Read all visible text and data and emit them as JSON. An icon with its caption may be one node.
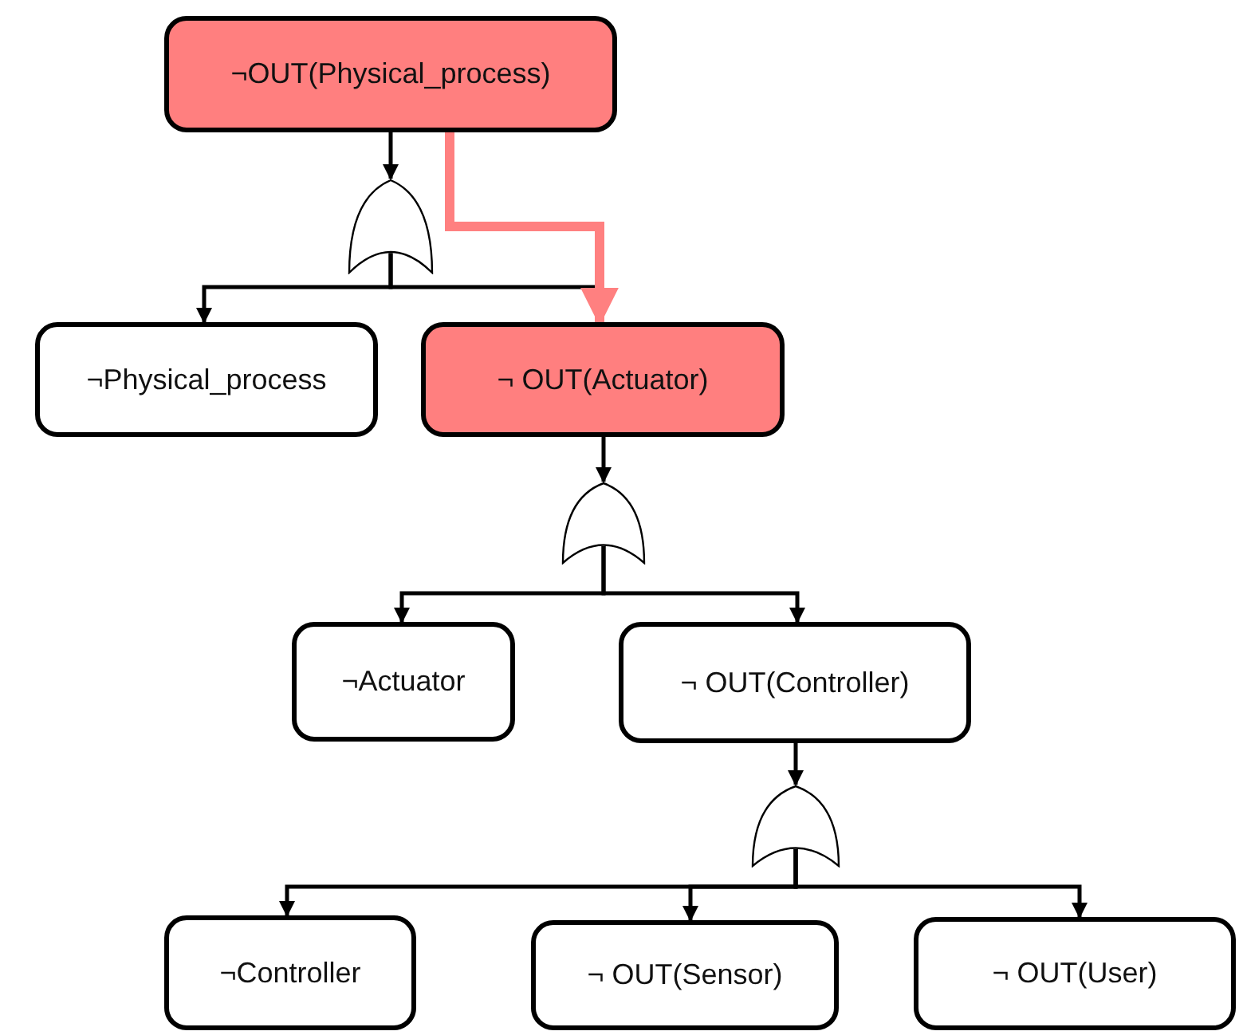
{
  "diagram": {
    "nodes": [
      {
        "text": [
          "¬OUT(Physical_process)"
        ]
      },
      {
        "text": [],
        "shape": "gate"
      },
      {
        "text": [
          "¬Physical_process"
        ]
      },
      {
        "text": [
          "¬ OUT(Actuator)"
        ]
      },
      {
        "text": [],
        "shape": "gate"
      },
      {
        "text": [
          "¬Actuator"
        ]
      },
      {
        "text": [
          "¬ OUT(Controller)"
        ]
      },
      {
        "text": [],
        "shape": "gate"
      },
      {
        "text": [
          "¬Controller"
        ]
      },
      {
        "text": [
          "¬ OUT(Sensor)"
        ]
      },
      {
        "text": [
          "¬ OUT(User)"
        ]
      }
    ],
    "edges": [
      {
        "from": 0,
        "to": 1,
        "arrow": "to"
      },
      {
        "from": 1,
        "to": 2,
        "arrow": "to"
      },
      {
        "from": 1,
        "to": 3,
        "arrow": "to"
      },
      {
        "from": 0,
        "to": 3,
        "arrow": "to",
        "style": "thick",
        "color": "#ff8080"
      },
      {
        "from": 3,
        "to": 4,
        "arrow": "to"
      },
      {
        "from": 4,
        "to": 5,
        "arrow": "to"
      },
      {
        "from": 4,
        "to": 6,
        "arrow": "to"
      },
      {
        "from": 6,
        "to": 7,
        "arrow": "to"
      },
      {
        "from": 7,
        "to": 8,
        "arrow": "to"
      },
      {
        "from": 7,
        "to": 9,
        "arrow": "to"
      },
      {
        "from": 7,
        "to": 10,
        "arrow": "to"
      }
    ]
  }
}
